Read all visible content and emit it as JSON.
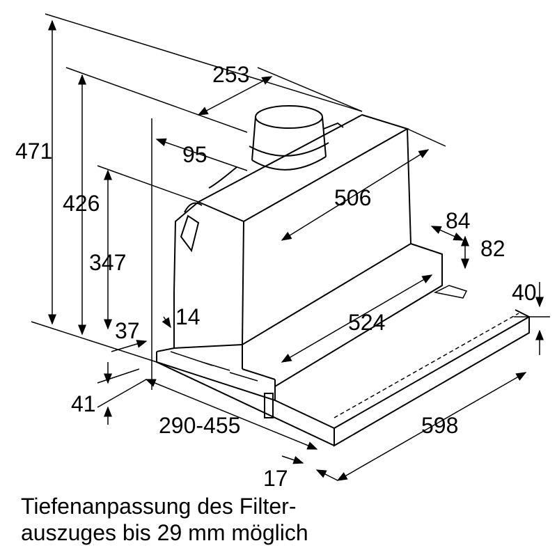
{
  "dimensions": {
    "d253": "253",
    "d95": "95",
    "d506": "506",
    "d471": "471",
    "d426": "426",
    "d347": "347",
    "d37": "37",
    "d14": "14",
    "d84": "84",
    "d82": "82",
    "d524": "524",
    "d40": "40",
    "d41": "41",
    "d290_455": "290-455",
    "d598": "598",
    "d17": "17"
  },
  "caption": {
    "line1": "Tiefenanpassung des Filter-",
    "line2": "auszuges bis 29 mm möglich"
  }
}
